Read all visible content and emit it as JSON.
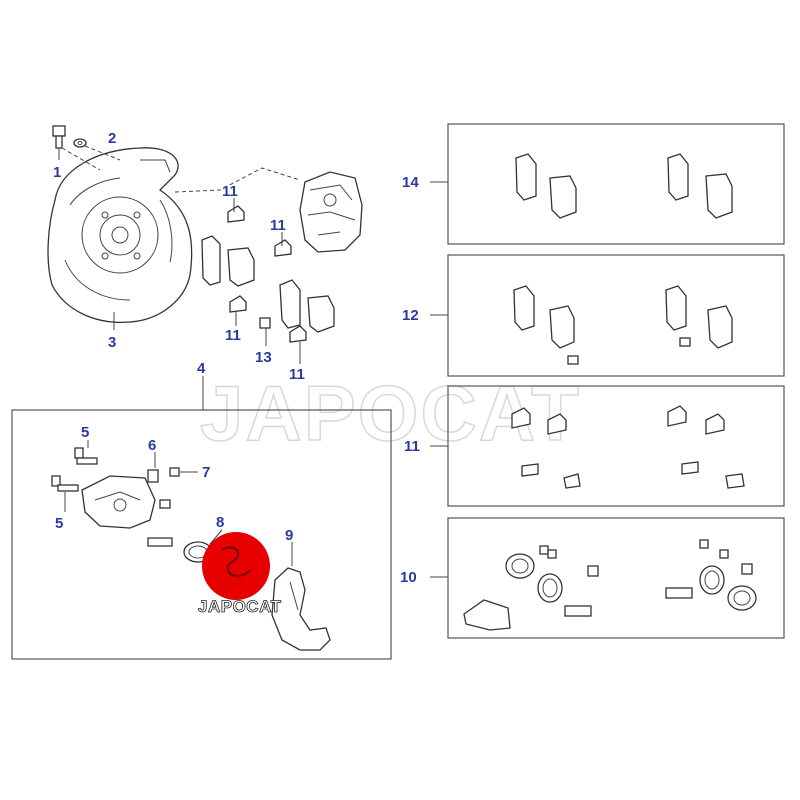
{
  "watermark": "JAPOCAT",
  "logo": {
    "text": "JAPOCAT",
    "color": "#e60000"
  },
  "callouts": {
    "c1": "1",
    "c2": "2",
    "c3": "3",
    "c4": "4",
    "c5a": "5",
    "c5b": "5",
    "c6": "6",
    "c7": "7",
    "c8": "8",
    "c9": "9",
    "c11a": "11",
    "c11b": "11",
    "c11c": "11",
    "c11d": "11",
    "c13": "13",
    "c14": "14",
    "c12": "12",
    "c11e": "11",
    "c10": "10"
  },
  "colors": {
    "callout": "#2a3aa0",
    "line": "#444444",
    "box": "#555555"
  }
}
